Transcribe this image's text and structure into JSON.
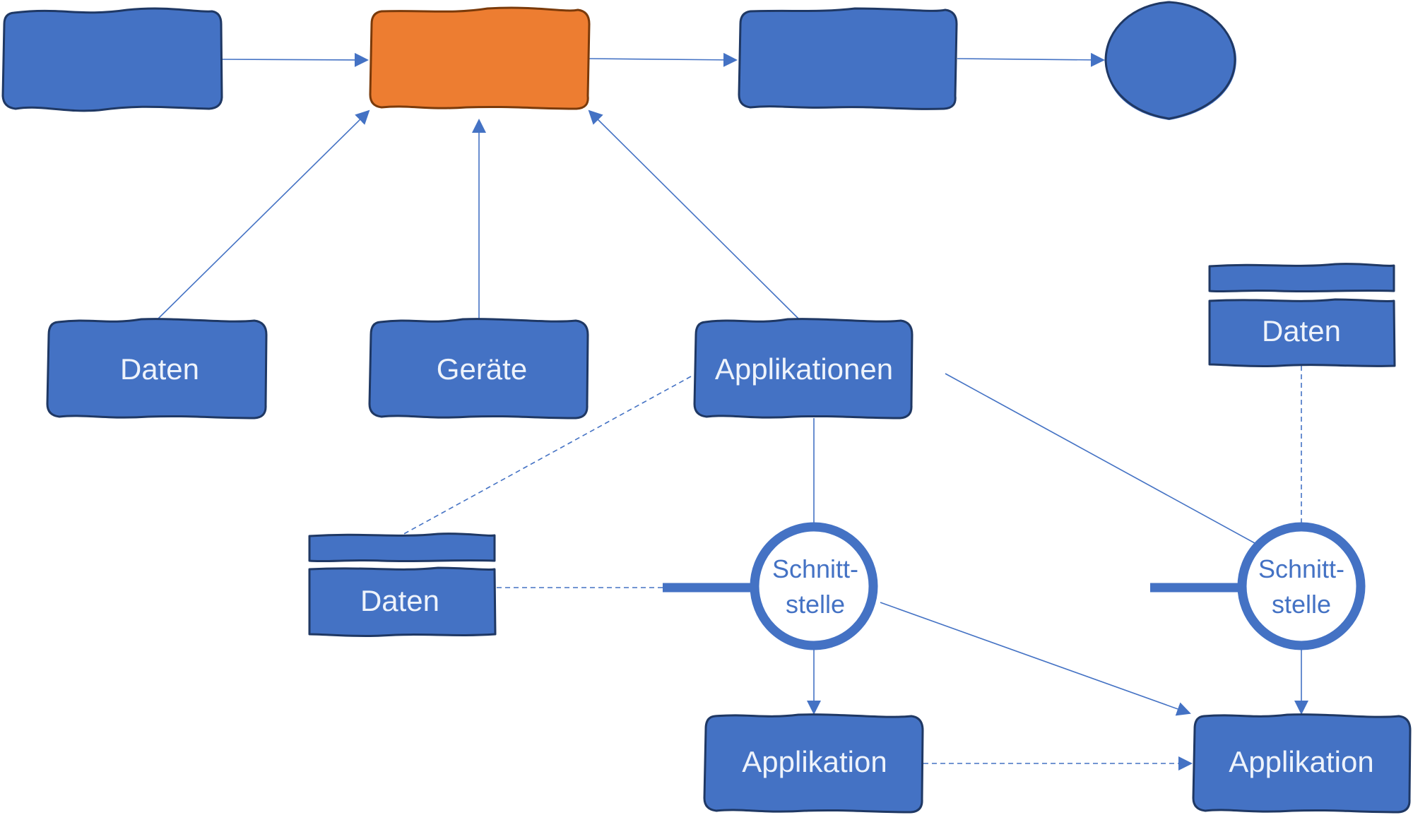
{
  "diagram": {
    "title": "",
    "colors": {
      "primary": "#4472c4",
      "highlight": "#ed7d31",
      "outline": "#1f3864",
      "label_text": "#eef3fb"
    },
    "top_row": [
      {
        "id": "process-1",
        "label": "",
        "shape": "process-box",
        "color": "primary"
      },
      {
        "id": "process-2",
        "label": "",
        "shape": "process-box",
        "color": "highlight"
      },
      {
        "id": "process-3",
        "label": "",
        "shape": "process-box",
        "color": "primary"
      },
      {
        "id": "end",
        "label": "",
        "shape": "circle",
        "color": "primary"
      }
    ],
    "inputs": [
      {
        "id": "input-daten",
        "label": "Daten"
      },
      {
        "id": "input-geraete",
        "label": "Geräte"
      },
      {
        "id": "input-applikationen",
        "label": "Applikationen"
      }
    ],
    "data_stores": [
      {
        "id": "store-left",
        "label": "Daten"
      },
      {
        "id": "store-right",
        "label": "Daten"
      }
    ],
    "interfaces": [
      {
        "id": "iface-left",
        "label_line1": "Schnitt-",
        "label_line2": "stelle"
      },
      {
        "id": "iface-right",
        "label_line1": "Schnitt-",
        "label_line2": "stelle"
      }
    ],
    "applications": [
      {
        "id": "app-left",
        "label": "Applikation"
      },
      {
        "id": "app-right",
        "label": "Applikation"
      }
    ],
    "connections": [
      {
        "from": "process-1",
        "to": "process-2",
        "style": "solid",
        "arrow": true
      },
      {
        "from": "process-2",
        "to": "process-3",
        "style": "solid",
        "arrow": true
      },
      {
        "from": "process-3",
        "to": "end",
        "style": "solid",
        "arrow": true
      },
      {
        "from": "input-daten",
        "to": "process-2",
        "style": "solid",
        "arrow": true
      },
      {
        "from": "input-geraete",
        "to": "process-2",
        "style": "solid",
        "arrow": true
      },
      {
        "from": "input-applikationen",
        "to": "process-2",
        "style": "solid",
        "arrow": true
      },
      {
        "from": "input-applikationen",
        "to": "store-left",
        "style": "dashed",
        "arrow": false
      },
      {
        "from": "input-applikationen",
        "to": "iface-left",
        "style": "solid",
        "arrow": false
      },
      {
        "from": "input-applikationen",
        "to": "iface-right",
        "style": "solid",
        "arrow": false
      },
      {
        "from": "store-left",
        "to": "iface-left",
        "style": "dashed",
        "arrow": false
      },
      {
        "from": "store-right",
        "to": "iface-right",
        "style": "dashed",
        "arrow": false
      },
      {
        "from": "iface-left",
        "to": "app-left",
        "style": "solid",
        "arrow": true
      },
      {
        "from": "iface-left",
        "to": "app-right",
        "style": "solid",
        "arrow": true
      },
      {
        "from": "iface-right",
        "to": "app-right",
        "style": "solid",
        "arrow": true
      },
      {
        "from": "app-left",
        "to": "app-right",
        "style": "dashed",
        "arrow": true
      }
    ]
  }
}
